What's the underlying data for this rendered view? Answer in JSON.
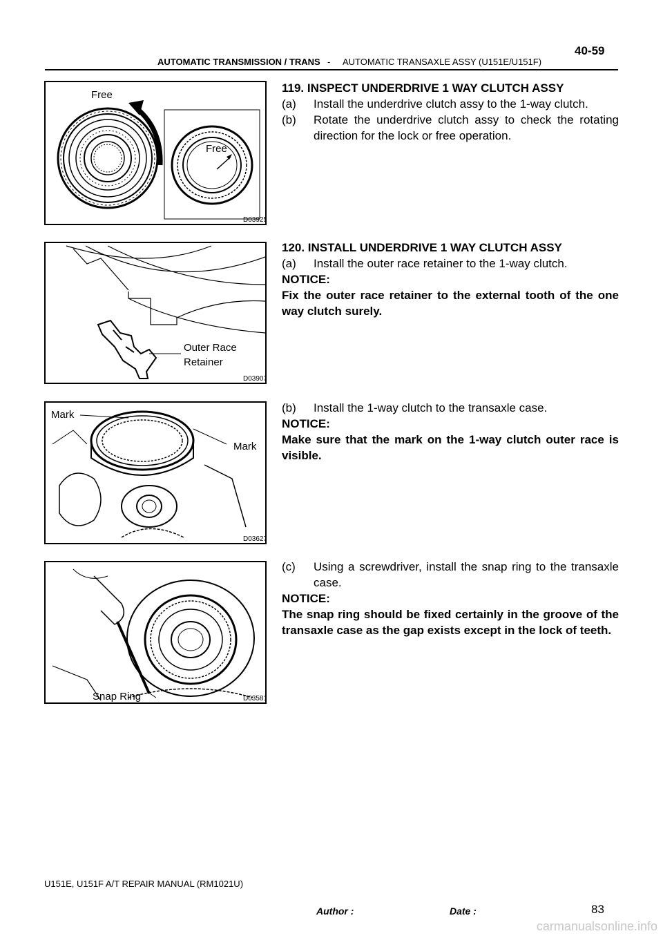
{
  "header": {
    "section": "AUTOMATIC TRANSMISSION / TRANS",
    "separator": "-",
    "subsection": "AUTOMATIC TRANSAXLE ASSY (U151E/U151F)",
    "page": "40-59"
  },
  "figures": [
    {
      "code": "D03925",
      "labels": [
        "Free",
        "Free"
      ]
    },
    {
      "code": "D03907",
      "labels": [
        "Outer Race",
        "Retainer"
      ]
    },
    {
      "code": "D03627",
      "labels": [
        "Mark",
        "Mark"
      ]
    },
    {
      "code": "D03581",
      "labels": [
        "Snap Ring"
      ]
    }
  ],
  "steps": [
    {
      "title": "119.  INSPECT UNDERDRIVE 1 WAY CLUTCH ASSY",
      "items": [
        {
          "label": "(a)",
          "text": "Install the underdrive clutch assy to the 1-way clutch."
        },
        {
          "label": "(b)",
          "text": "Rotate the underdrive clutch assy to check the rotating direction for the lock or free operation."
        }
      ]
    },
    {
      "title": "120.  INSTALL UNDERDRIVE 1 WAY CLUTCH ASSY",
      "items": [
        {
          "label": "(a)",
          "text": "Install the outer race retainer to the 1-way clutch."
        }
      ],
      "notice_heading": "NOTICE:",
      "notice": "Fix the outer race retainer to the external tooth of the one way clutch surely."
    },
    {
      "items": [
        {
          "label": "(b)",
          "text": "Install the 1-way clutch to the transaxle case."
        }
      ],
      "notice_heading": "NOTICE:",
      "notice": "Make sure that the mark on the 1-way clutch outer race is visible."
    },
    {
      "items": [
        {
          "label": "(c)",
          "text": "Using a screwdriver, install the snap ring to the transaxle case."
        }
      ],
      "notice_heading": "NOTICE:",
      "notice": "The snap ring should be fixed certainly in the groove of the transaxle case as the gap exists except in the lock of teeth."
    }
  ],
  "footer": {
    "manual": "U151E, U151F A/T REPAIR MANUAL   (RM1021U)",
    "author_label": "Author :",
    "date_label": "Date :",
    "page_number": "83",
    "watermark": "carmanualsonline.info"
  }
}
